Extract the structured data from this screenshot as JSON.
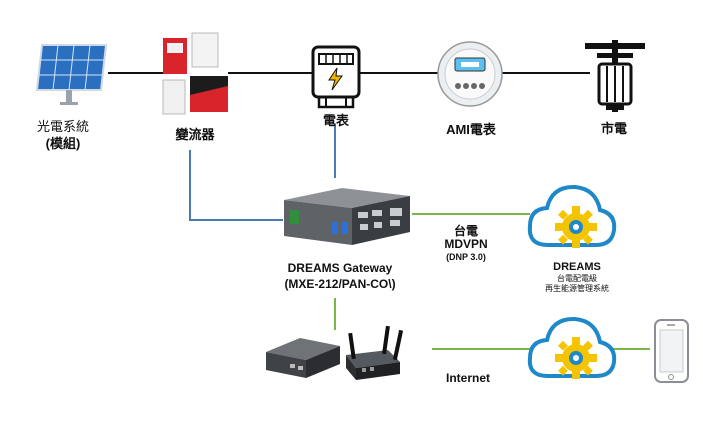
{
  "nodes": {
    "solar": {
      "line1": "光電系統",
      "line2": "(模組)"
    },
    "inverter": {
      "label": "變流器"
    },
    "meter": {
      "label": "電表"
    },
    "ami": {
      "label": "AMI電表"
    },
    "grid": {
      "label": "市電"
    },
    "gateway": {
      "line1": "DREAMS Gateway",
      "line2": "(MXE-212/PAN-CO\\)"
    },
    "dreams": {
      "title": "DREAMS",
      "sub1": "台電配電級",
      "sub2": "再生能源管理系統"
    },
    "internet": {
      "label": "Internet"
    }
  },
  "links": {
    "mdvpn": {
      "line1": "台電",
      "line2": "MDVPN",
      "line3": "(DNP 3.0)"
    }
  },
  "colors": {
    "line_black": "#111111",
    "line_blue": "#4a7ab0",
    "line_green": "#7ab648",
    "cloud_blue": "#1e88c8",
    "gear_yellow": "#f5c400",
    "inverter_red": "#d9242b"
  },
  "icons": [
    "solar-panel-icon",
    "inverter-icon",
    "electric-meter-icon",
    "ami-meter-icon",
    "utility-pole-icon",
    "gateway-device-icon",
    "cloud-gear-icon",
    "mini-pc-icon",
    "router-icon",
    "smartphone-icon"
  ]
}
